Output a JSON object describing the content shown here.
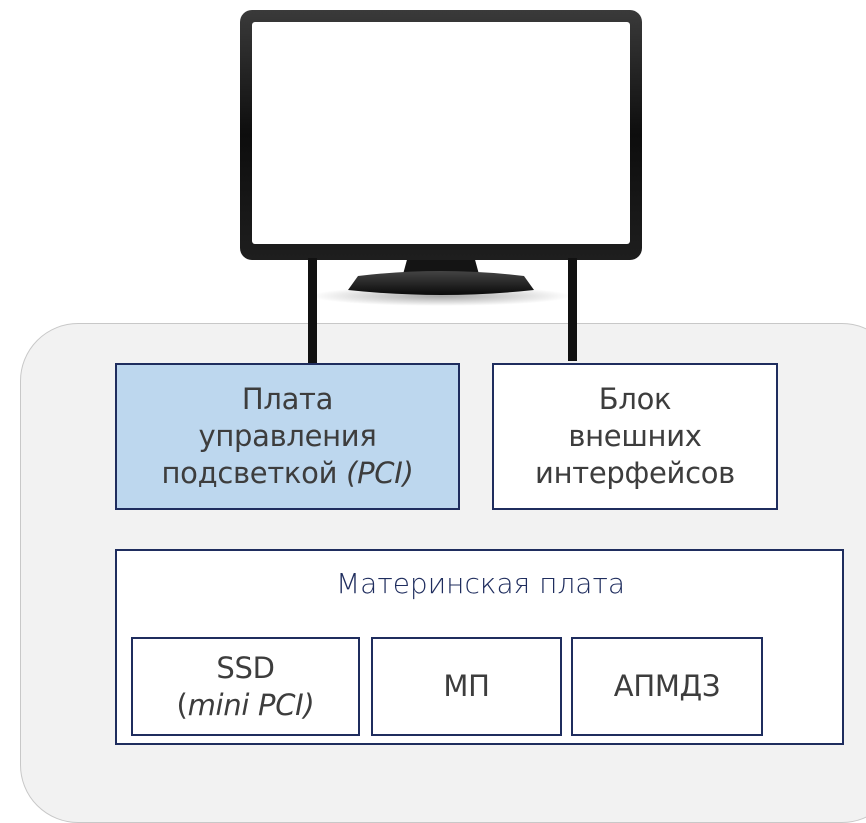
{
  "backlight_board": {
    "line1": "Плата",
    "line2": "управления",
    "line3_main": "подсветкой ",
    "line3_italic": "(PCI)"
  },
  "external_interfaces": {
    "line1": "Блок",
    "line2": "внешних",
    "line3": "интерфейсов"
  },
  "motherboard": {
    "title": "Материнская плата",
    "ssd": {
      "line1": "SSD",
      "line2_open": "(",
      "line2_italic": "mini PCI)"
    },
    "mp": "МП",
    "apmdz": "АПМДЗ"
  },
  "colors": {
    "border": "#1f2d5e",
    "highlight": "#bdd7ee",
    "enclosure": "#f2f2f2",
    "cable": "#111111"
  }
}
